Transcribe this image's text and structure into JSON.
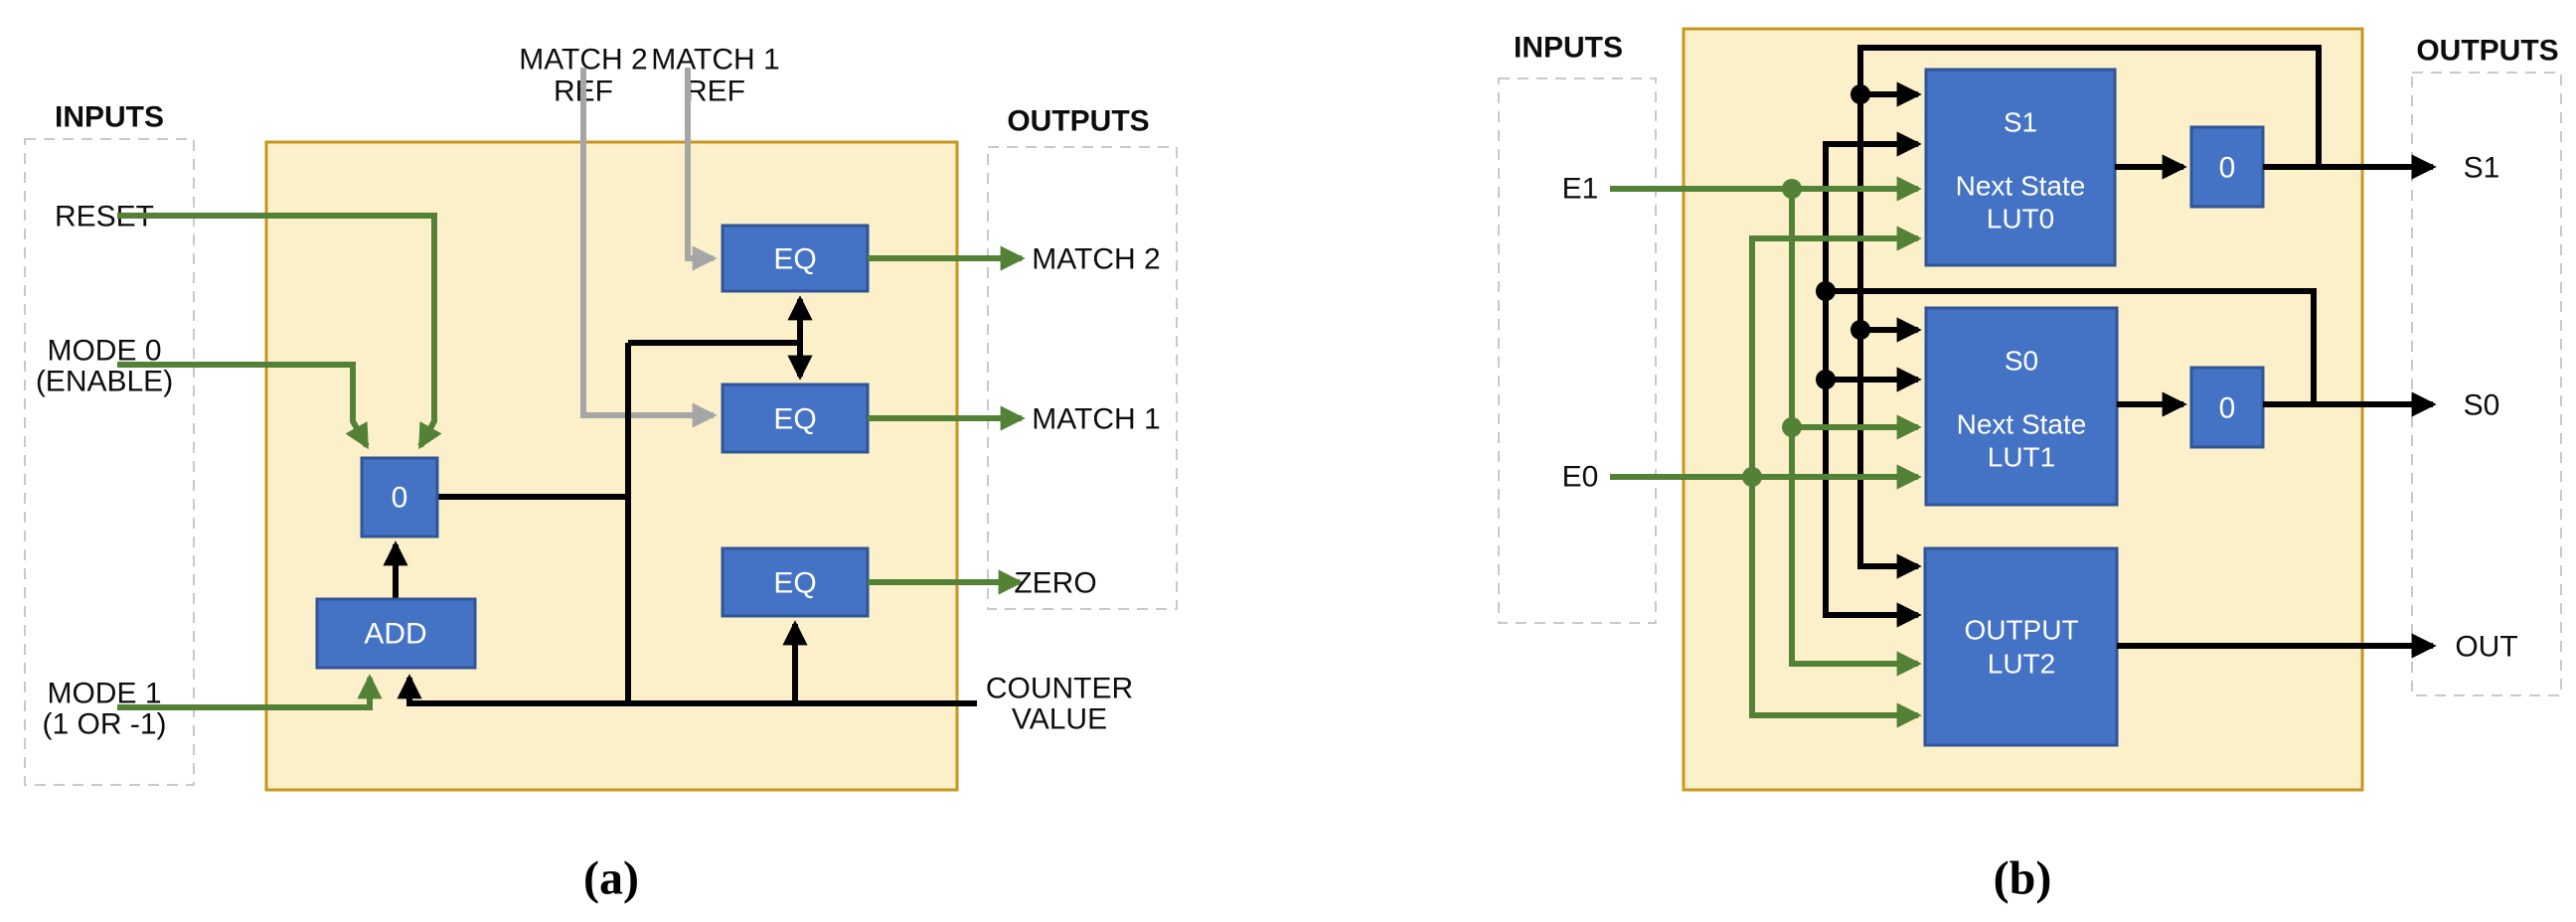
{
  "colors": {
    "panel_fill": "#FCF0CA",
    "panel_border": "#C8961E",
    "block_fill": "#4472C4",
    "block_border": "#2F5597",
    "wire_black": "#000000",
    "wire_green": "#538135",
    "wire_gray": "#A6A6A6",
    "dashed_border": "#C9C9C9"
  },
  "panel_a": {
    "caption": "(a)",
    "inputs_header": "INPUTS",
    "outputs_header": "OUTPUTS",
    "reset": "RESET",
    "mode0": [
      "MODE 0",
      "(ENABLE)"
    ],
    "mode1": [
      "MODE 1",
      "(1 OR -1)"
    ],
    "match2_ref": [
      "MATCH 2",
      "REF"
    ],
    "match1_ref": [
      "MATCH 1",
      "REF"
    ],
    "out_match2": "MATCH 2",
    "out_match1": "MATCH 1",
    "out_zero": "ZERO",
    "counter_value": [
      "COUNTER",
      "VALUE"
    ],
    "register": "0",
    "adder": "ADD",
    "comparator": "EQ"
  },
  "panel_b": {
    "caption": "(b)",
    "inputs_header": "INPUTS",
    "outputs_header": "OUTPUTS",
    "e1": "E1",
    "e0": "E0",
    "lut0": [
      "S1",
      "Next State",
      "LUT0"
    ],
    "lut1": [
      "S0",
      "Next State",
      "LUT1"
    ],
    "lut2": [
      "OUTPUT",
      "LUT2"
    ],
    "register": "0",
    "out_s1": "S1",
    "out_s0": "S0",
    "out": "OUT"
  }
}
